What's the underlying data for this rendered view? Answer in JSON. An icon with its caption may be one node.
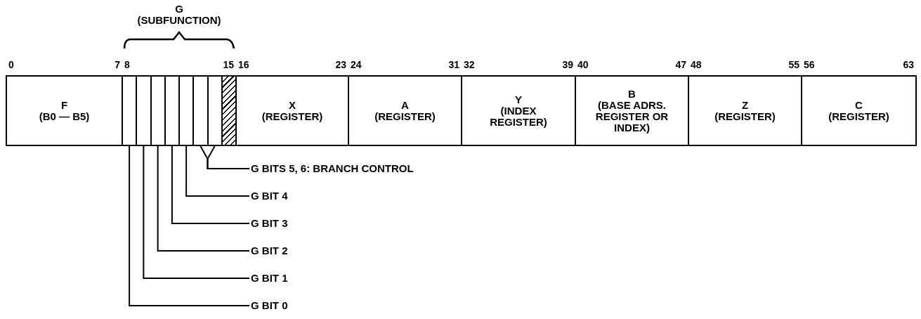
{
  "diagram": {
    "nodes": [
      {
        "text": [
          "F",
          "(B0 — B5)"
        ]
      },
      {
        "text": [
          "G (SUBFUNCTION)"
        ]
      },
      {
        "text": [],
        "shape": "box",
        "in": 1
      },
      {
        "text": [],
        "shape": "box",
        "in": 1
      },
      {
        "text": [],
        "shape": "box",
        "in": 1
      },
      {
        "text": [],
        "shape": "box",
        "in": 1
      },
      {
        "text": [],
        "shape": "box",
        "in": 1
      },
      {
        "text": [],
        "shape": "box",
        "in": 1
      },
      {
        "text": [],
        "shape": "box",
        "in": 1
      },
      {
        "text": [],
        "shape": "box",
        "in": 1
      },
      {
        "text": [
          "X",
          "(REGISTER)"
        ]
      },
      {
        "text": [
          "A",
          "(REGISTER)"
        ]
      },
      {
        "text": [
          "Y",
          "(INDEX REGISTER)"
        ]
      },
      {
        "text": [
          "B",
          "(BASE ADRS. REGISTER OR INDEX)"
        ]
      },
      {
        "text": [
          "Z",
          "(REGISTER)"
        ]
      },
      {
        "text": [
          "C",
          "(REGISTER)"
        ]
      },
      {
        "text": [
          "G BITS 5, 6: BRANCH CONTROL"
        ]
      },
      {
        "text": [
          "G BIT 4"
        ]
      },
      {
        "text": [
          "G BIT 3"
        ]
      },
      {
        "text": [
          "G BIT 2"
        ]
      },
      {
        "text": [
          "G BIT 1"
        ]
      },
      {
        "text": [
          "G BIT 0"
        ]
      }
    ],
    "edges": [
      {
        "from": 16,
        "to": 7,
        "arrow": "none"
      },
      {
        "from": 16,
        "to": 8,
        "arrow": "none"
      },
      {
        "from": 17,
        "to": 6,
        "arrow": "none"
      },
      {
        "from": 18,
        "to": 5,
        "arrow": "none"
      },
      {
        "from": 19,
        "to": 4,
        "arrow": "none"
      },
      {
        "from": 20,
        "to": 3,
        "arrow": "none"
      },
      {
        "from": 21,
        "to": 2,
        "arrow": "none"
      }
    ],
    "labels": [
      "0",
      "7",
      "8",
      "15",
      "16",
      "23",
      "24",
      "31",
      "32",
      "39",
      "40",
      "47",
      "48",
      "55",
      "56",
      "63"
    ]
  }
}
